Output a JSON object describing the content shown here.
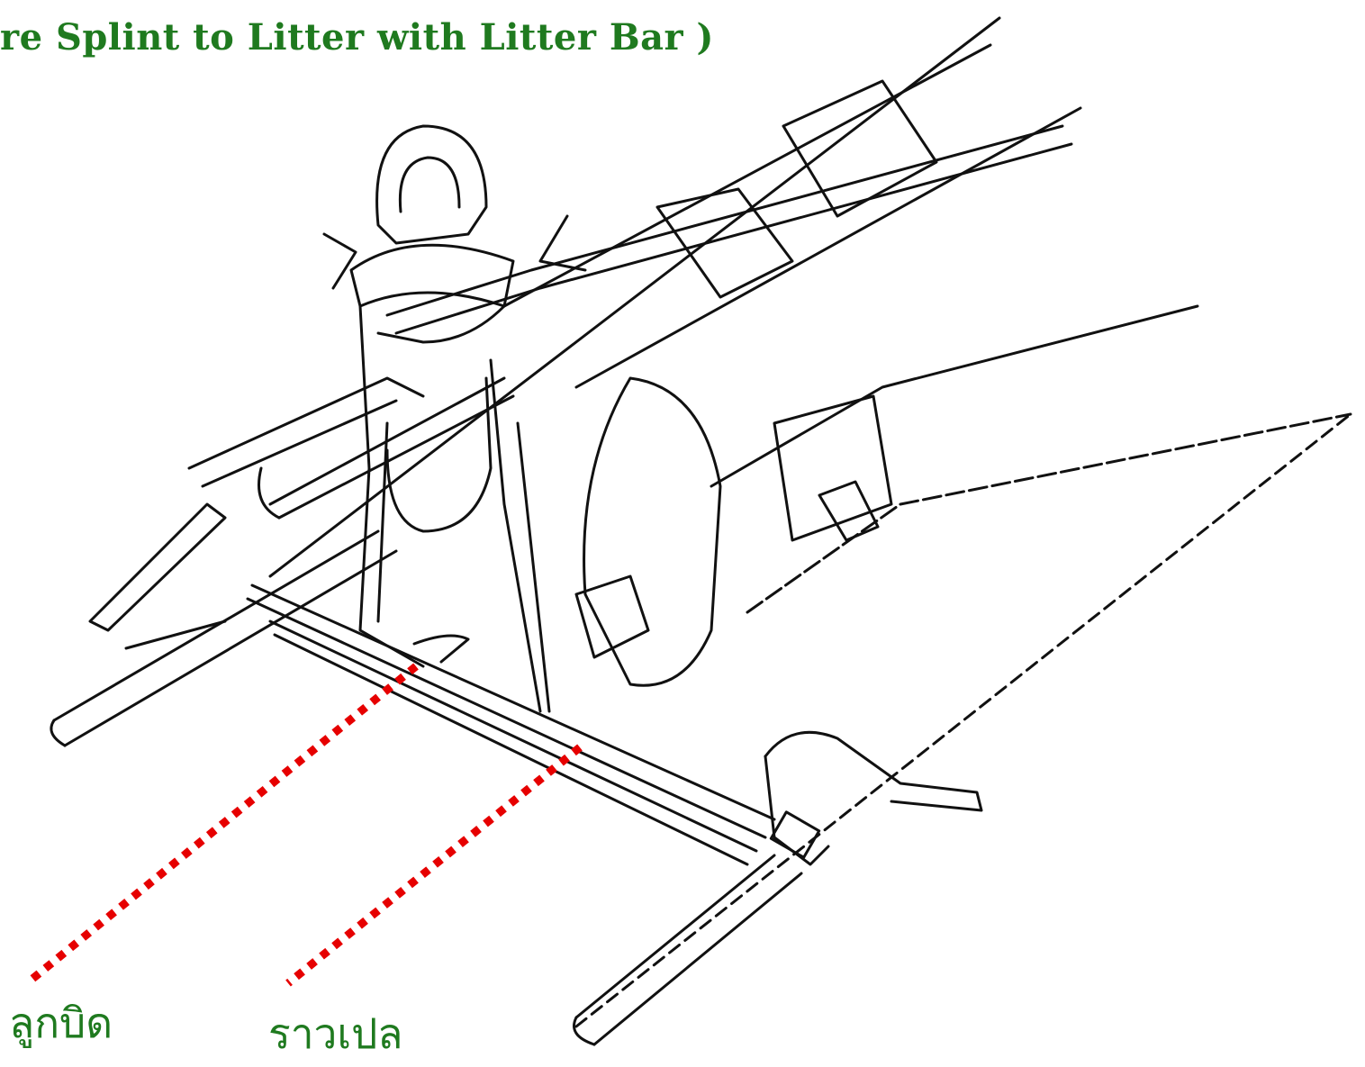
{
  "title": "re Splint to Litter with Litter Bar )",
  "labels": {
    "knob": "ลูกบิด",
    "litter_rail": "ราวเปล"
  },
  "colors": {
    "text": "#1f7a1f",
    "pointer": "#e60000",
    "ink": "#111111"
  }
}
